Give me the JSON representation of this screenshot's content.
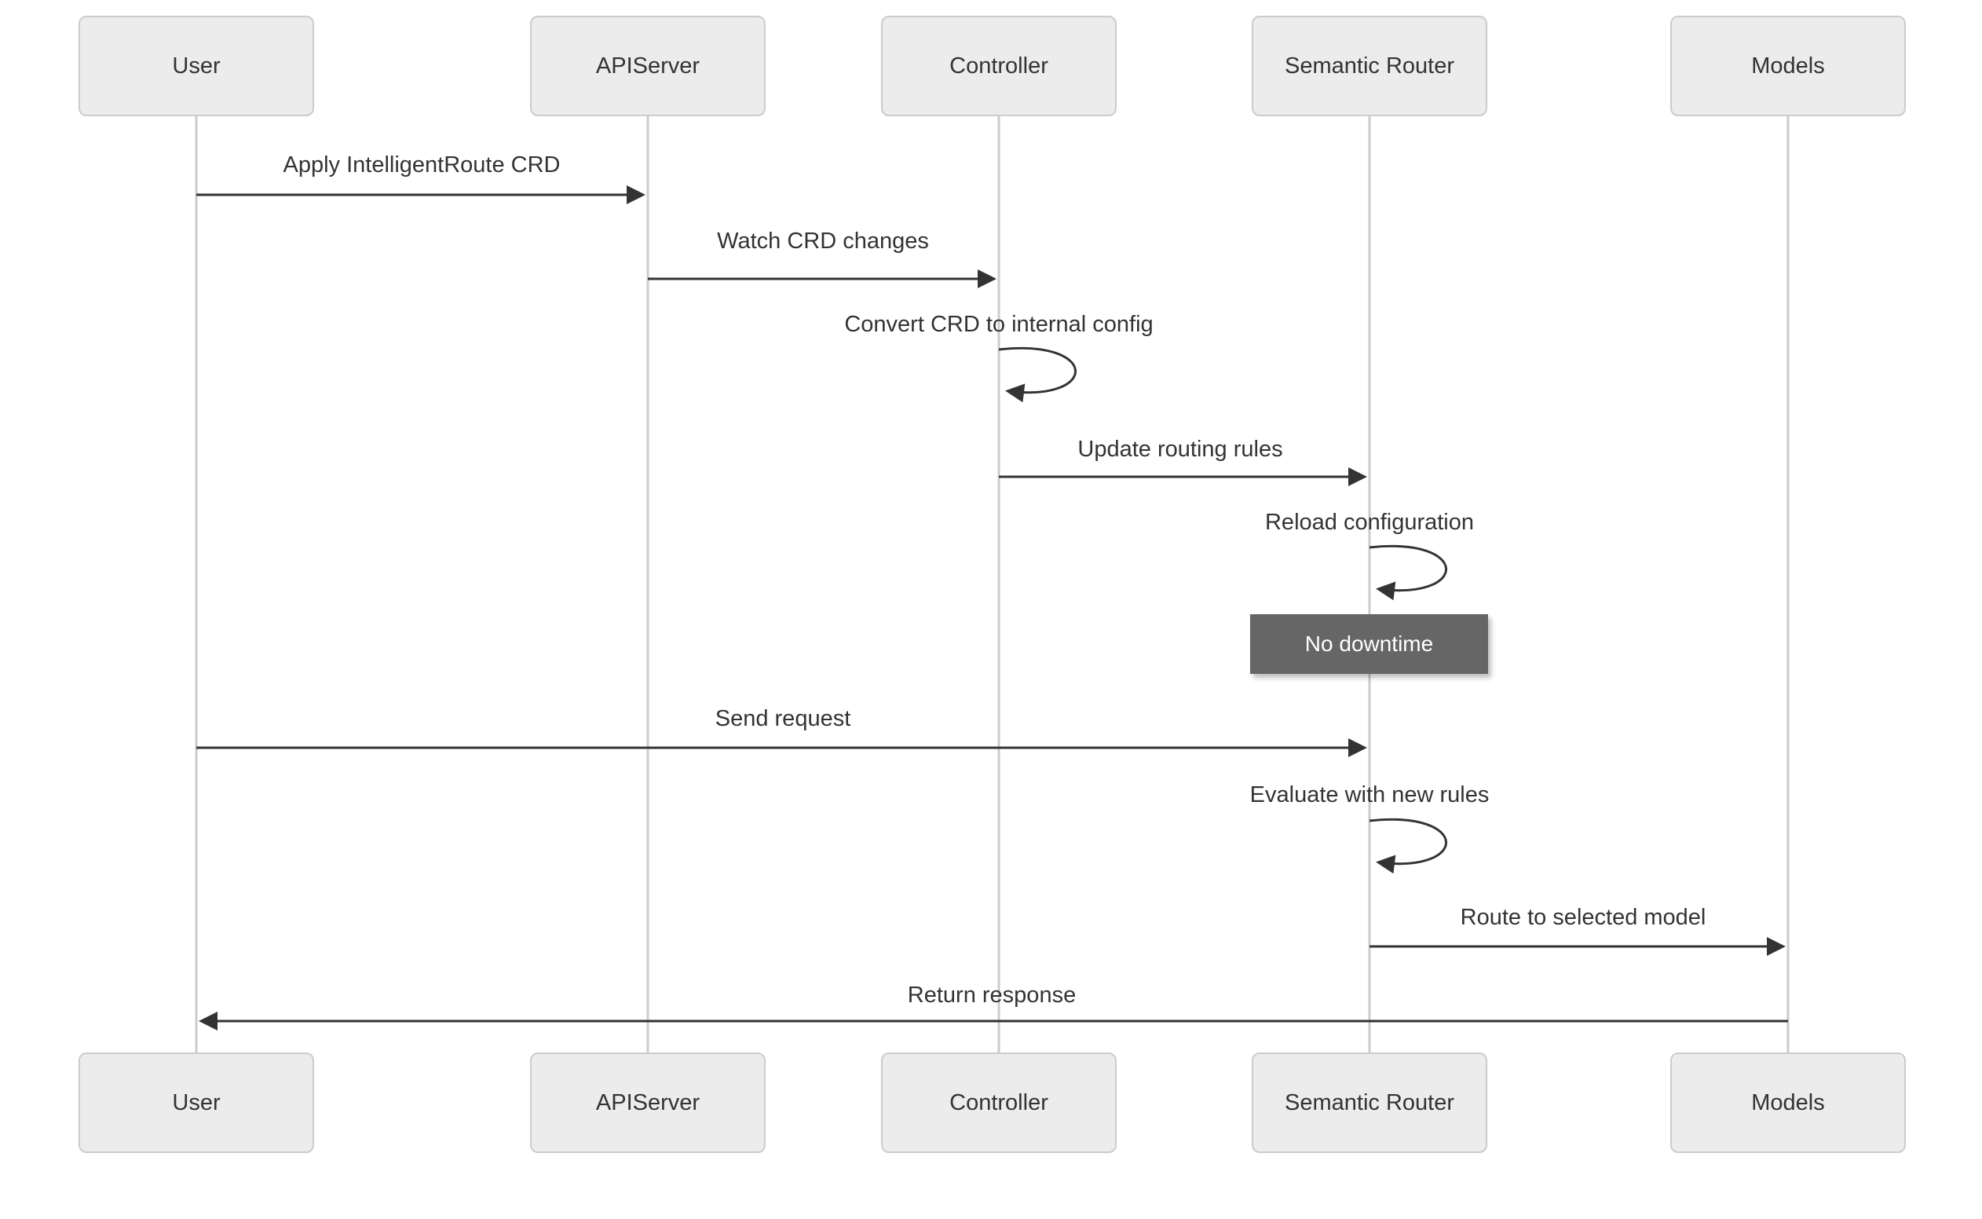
{
  "diagram": {
    "type": "sequence-diagram",
    "actors": [
      {
        "name": "User"
      },
      {
        "name": "APIServer"
      },
      {
        "name": "Controller"
      },
      {
        "name": "Semantic Router"
      },
      {
        "name": "Models"
      }
    ],
    "messages": [
      {
        "label": "Apply IntelligentRoute CRD",
        "from": "User",
        "to": "APIServer",
        "type": "solid_arrow"
      },
      {
        "label": "Watch CRD changes",
        "from": "APIServer",
        "to": "Controller",
        "type": "solid_arrow"
      },
      {
        "label": "Convert CRD to internal config",
        "from": "Controller",
        "to": "Controller",
        "type": "self_loop"
      },
      {
        "label": "Update routing rules",
        "from": "Controller",
        "to": "Semantic Router",
        "type": "solid_arrow"
      },
      {
        "label": "Reload configuration",
        "from": "Semantic Router",
        "to": "Semantic Router",
        "type": "self_loop"
      },
      {
        "label": "Send request",
        "from": "User",
        "to": "Semantic Router",
        "type": "solid_arrow"
      },
      {
        "label": "Evaluate with new rules",
        "from": "Semantic Router",
        "to": "Semantic Router",
        "type": "self_loop"
      },
      {
        "label": "Route to selected model",
        "from": "Semantic Router",
        "to": "Models",
        "type": "solid_arrow"
      },
      {
        "label": "Return response",
        "from": "Models",
        "to": "User",
        "type": "solid_arrow"
      }
    ],
    "note": {
      "label": "No downtime",
      "over": "Semantic Router"
    },
    "colors": {
      "background": "#ffffff",
      "actor_fill": "#ececec",
      "actor_border": "#cccccc",
      "lifeline": "#cccccc",
      "arrow": "#333333",
      "text": "#333333",
      "note_fill": "#666666",
      "note_text": "#ffffff"
    }
  }
}
